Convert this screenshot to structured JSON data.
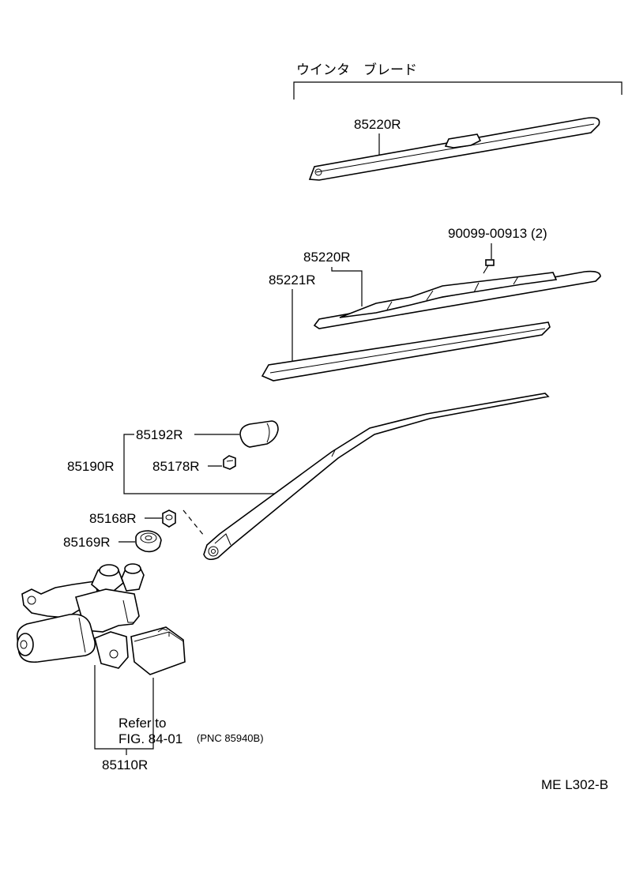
{
  "labels": {
    "winter_blade_header": "ウインタ　ブレード",
    "winter_blade_part": "85220R",
    "screw_part": "90099-00913 (2)",
    "blade_assy_part": "85220R",
    "blade_rubber_part": "85221R",
    "cap_part": "85192R",
    "arm_assy_part": "85190R",
    "nut_part": "85178R",
    "pivot_nut_part": "85168R",
    "grommet_part": "85169R",
    "refer_to": "Refer to",
    "fig_ref": "FIG. 84-01",
    "pnc_ref": "(PNC 85940B)",
    "motor_part": "85110R",
    "diagram_code": "ME L302-B"
  }
}
